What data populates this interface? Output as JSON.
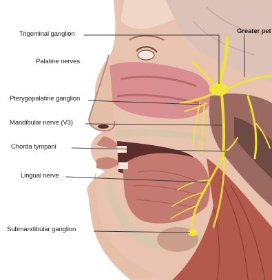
{
  "labels": [
    {
      "key": "trigeminal",
      "text": "Trigeminal ganglion"
    },
    {
      "key": "palatine",
      "text": "Palatine nerves"
    },
    {
      "key": "pterygopalatine",
      "text": "Pterygopalatine ganglion"
    },
    {
      "key": "mandibular",
      "text": "Mandibular nerve (V3)"
    },
    {
      "key": "chorda",
      "text": "Chorda tympani"
    },
    {
      "key": "lingual",
      "text": "Lingual nerve"
    },
    {
      "key": "submandibular",
      "text": "Submandibular ganglion"
    },
    {
      "key": "greater_petrosal",
      "text": "Greater pet"
    }
  ],
  "colors": {
    "skin": "#e9c6b4",
    "skin_shadow": "#d7a890",
    "muscle": "#b95a4e",
    "tongue": "#c77a72",
    "nerve": "#f2e43c",
    "nasal": "#d98c8e",
    "bone": "#d9c9b0",
    "cavity": "#5a2a28",
    "leader": "#3a3a3a"
  }
}
